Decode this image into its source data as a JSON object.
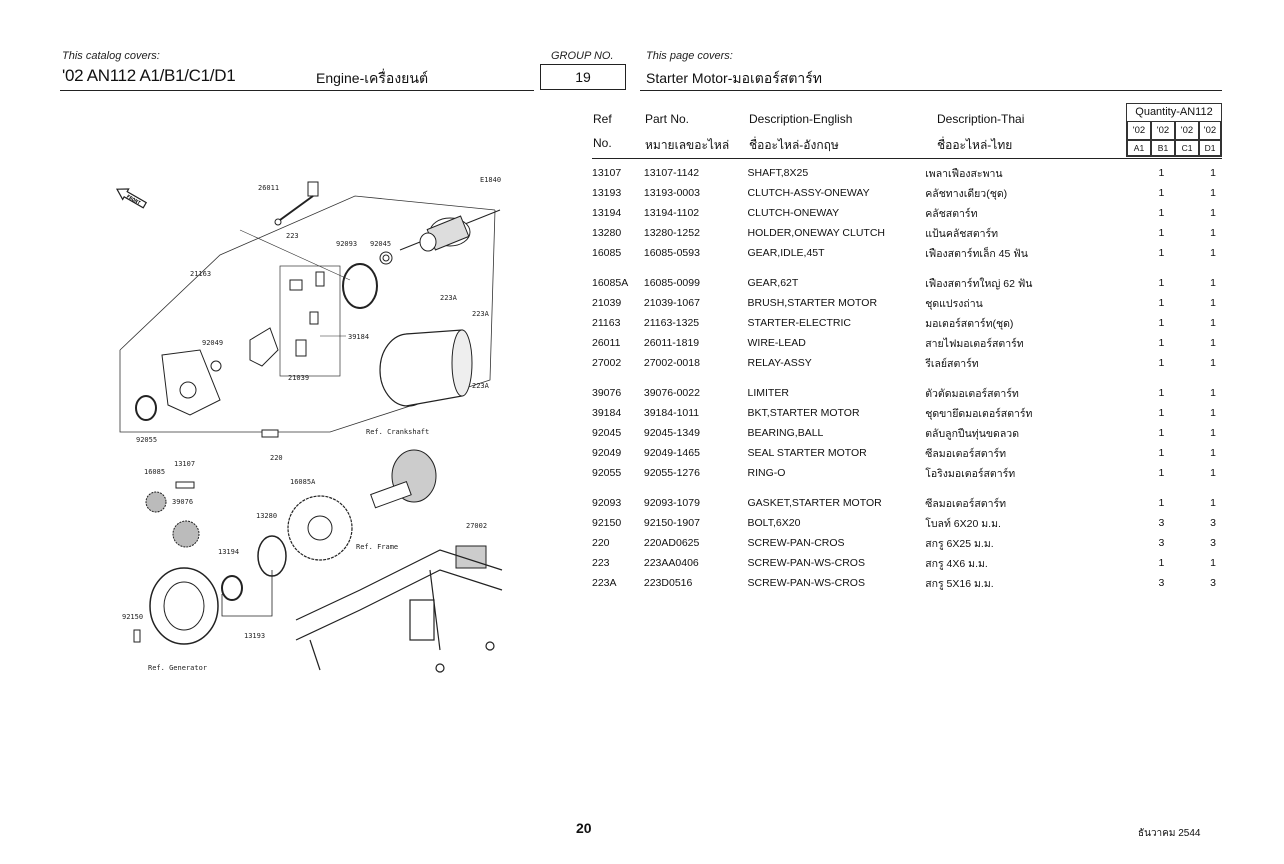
{
  "header": {
    "catalog_covers_label": "This catalog covers:",
    "model": "'02 AN112 A1/B1/C1/D1",
    "section": "Engine-เครื่องยนต์",
    "group_label": "GROUP NO.",
    "group_no": "19",
    "page_covers_label": "This page covers:",
    "page_title": "Starter Motor-มอเตอร์สตาร์ท"
  },
  "table": {
    "ref_label": "Ref",
    "no_label": "No.",
    "part_label": "Part No.",
    "part_label_th": "หมายเลขอะไหล่",
    "desc_en_label": "Description-English",
    "desc_en_label_th": "ชื่ออะไหล่-อังกฤษ",
    "desc_th_label": "Description-Thai",
    "desc_th_label_th": "ชื่ออะไหล่-ไทย",
    "quantity_label": "Quantity-AN112",
    "year_cols": [
      "'02",
      "'02",
      "'02",
      "'02"
    ],
    "variant_cols": [
      "A1",
      "B1",
      "C1",
      "D1"
    ],
    "groups": [
      [
        {
          "ref": "13107",
          "part": "13107-1142",
          "en": "SHAFT,8X25",
          "th": "เพลาเฟืองสะพาน",
          "q1": "1",
          "q2": "1"
        },
        {
          "ref": "13193",
          "part": "13193-0003",
          "en": "CLUTCH-ASSY-ONEWAY",
          "th": "คลัชทางเดียว(ชุด)",
          "q1": "1",
          "q2": "1"
        },
        {
          "ref": "13194",
          "part": "13194-1102",
          "en": "CLUTCH-ONEWAY",
          "th": "คลัชสตาร์ท",
          "q1": "1",
          "q2": "1"
        },
        {
          "ref": "13280",
          "part": "13280-1252",
          "en": "HOLDER,ONEWAY CLUTCH",
          "th": "แป้นคลัชสตาร์ท",
          "q1": "1",
          "q2": "1"
        },
        {
          "ref": "16085",
          "part": "16085-0593",
          "en": "GEAR,IDLE,45T",
          "th": "เฟืองสตาร์ทเล็ก 45 ฟัน",
          "q1": "1",
          "q2": "1"
        }
      ],
      [
        {
          "ref": "16085A",
          "part": "16085-0099",
          "en": "GEAR,62T",
          "th": "เฟืองสตาร์ทใหญ่ 62 ฟัน",
          "q1": "1",
          "q2": "1"
        },
        {
          "ref": "21039",
          "part": "21039-1067",
          "en": "BRUSH,STARTER MOTOR",
          "th": "ชุดแปรงถ่าน",
          "q1": "1",
          "q2": "1"
        },
        {
          "ref": "21163",
          "part": "21163-1325",
          "en": "STARTER-ELECTRIC",
          "th": "มอเตอร์สตาร์ท(ชุด)",
          "q1": "1",
          "q2": "1"
        },
        {
          "ref": "26011",
          "part": "26011-1819",
          "en": "WIRE-LEAD",
          "th": "สายไฟมอเตอร์สตาร์ท",
          "q1": "1",
          "q2": "1"
        },
        {
          "ref": "27002",
          "part": "27002-0018",
          "en": "RELAY-ASSY",
          "th": "รีเลย์สตาร์ท",
          "q1": "1",
          "q2": "1"
        }
      ],
      [
        {
          "ref": "39076",
          "part": "39076-0022",
          "en": "LIMITER",
          "th": "ตัวตัดมอเตอร์สตาร์ท",
          "q1": "1",
          "q2": "1"
        },
        {
          "ref": "39184",
          "part": "39184-1011",
          "en": "BKT,STARTER MOTOR",
          "th": "ชุดขายึดมอเตอร์สตาร์ท",
          "q1": "1",
          "q2": "1"
        },
        {
          "ref": "92045",
          "part": "92045-1349",
          "en": "BEARING,BALL",
          "th": "ตลับลูกปืนทุ่นขดลวด",
          "q1": "1",
          "q2": "1"
        },
        {
          "ref": "92049",
          "part": "92049-1465",
          "en": "SEAL STARTER MOTOR",
          "th": "ซีลมอเตอร์สตาร์ท",
          "q1": "1",
          "q2": "1"
        },
        {
          "ref": "92055",
          "part": "92055-1276",
          "en": "RING-O",
          "th": "โอริงมอเตอร์สตาร์ท",
          "q1": "1",
          "q2": "1"
        }
      ],
      [
        {
          "ref": "92093",
          "part": "92093-1079",
          "en": "GASKET,STARTER MOTOR",
          "th": "ซีลมอเตอร์สตาร์ท",
          "q1": "1",
          "q2": "1"
        },
        {
          "ref": "92150",
          "part": "92150-1907",
          "en": "BOLT,6X20",
          "th": "โบลท์ 6X20 ม.ม.",
          "q1": "3",
          "q2": "3"
        },
        {
          "ref": "220",
          "part": "220AD0625",
          "en": "SCREW-PAN-CROS",
          "th": "สกรู 6X25 ม.ม.",
          "q1": "3",
          "q2": "3"
        },
        {
          "ref": "223",
          "part": "223AA0406",
          "en": "SCREW-PAN-WS-CROS",
          "th": "สกรู 4X6 ม.ม.",
          "q1": "1",
          "q2": "1"
        },
        {
          "ref": "223A",
          "part": "223D0516",
          "en": "SCREW-PAN-WS-CROS",
          "th": "สกรู 5X16 ม.ม.",
          "q1": "3",
          "q2": "3"
        }
      ]
    ]
  },
  "diagram": {
    "code": "E1840",
    "front": "FRONT",
    "labels": {
      "l26011": "26011",
      "l223a": "223",
      "l92093": "92093",
      "l92045": "92045",
      "l21163": "21163",
      "l223A1": "223A",
      "l223A2": "223A",
      "l223A3": "223A",
      "l92049": "92049",
      "l39184": "39184",
      "l21039": "21039",
      "l92055": "92055",
      "l220": "220",
      "l13107": "13107",
      "l16085": "16085",
      "l39076": "39076",
      "l16085A": "16085A",
      "l13280": "13280",
      "l13194": "13194",
      "l13193": "13193",
      "l92150": "92150",
      "l27002": "27002",
      "ref_crank": "Ref. Crankshaft",
      "ref_frame": "Ref. Frame",
      "ref_gen": "Ref. Generator"
    }
  },
  "footer": {
    "page_number": "20",
    "date": "ธันวาคม 2544"
  }
}
